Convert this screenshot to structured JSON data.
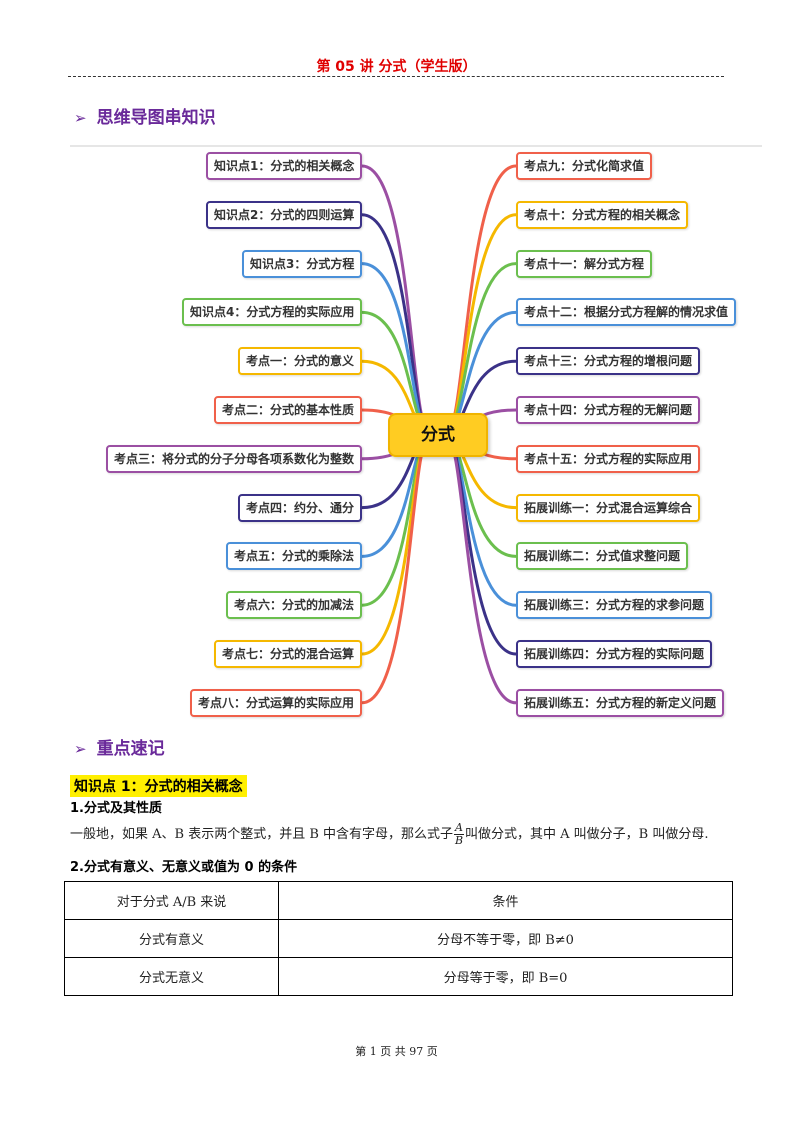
{
  "header": {
    "title": "第 05 讲  分式（学生版）"
  },
  "section1": {
    "arrow": "➢",
    "title": "思维导图串知识"
  },
  "mindmap": {
    "center": "分式",
    "left": [
      {
        "label": "知识点1：分式的相关概念",
        "color": "#9b4fa3"
      },
      {
        "label": "知识点2：分式的四则运算",
        "color": "#3b3288"
      },
      {
        "label": "知识点3：分式方程",
        "color": "#4a90d9"
      },
      {
        "label": "知识点4：分式方程的实际应用",
        "color": "#6bbf4e"
      },
      {
        "label": "考点一：分式的意义",
        "color": "#f5b800"
      },
      {
        "label": "考点二：分式的基本性质",
        "color": "#f0604a"
      },
      {
        "label": "考点三：将分式的分子分母各项系数化为整数",
        "color": "#9b4fa3"
      },
      {
        "label": "考点四：约分、通分",
        "color": "#3b3288"
      },
      {
        "label": "考点五：分式的乘除法",
        "color": "#4a90d9"
      },
      {
        "label": "考点六：分式的加减法",
        "color": "#6bbf4e"
      },
      {
        "label": "考点七：分式的混合运算",
        "color": "#f5b800"
      },
      {
        "label": "考点八：分式运算的实际应用",
        "color": "#f0604a"
      }
    ],
    "right": [
      {
        "label": "考点九：分式化简求值",
        "color": "#f0604a"
      },
      {
        "label": "考点十：分式方程的相关概念",
        "color": "#f5b800"
      },
      {
        "label": "考点十一：解分式方程",
        "color": "#6bbf4e"
      },
      {
        "label": "考点十二：根据分式方程解的情况求值",
        "color": "#4a90d9"
      },
      {
        "label": "考点十三：分式方程的增根问题",
        "color": "#3b3288"
      },
      {
        "label": "考点十四：分式方程的无解问题",
        "color": "#9b4fa3"
      },
      {
        "label": "考点十五：分式方程的实际应用",
        "color": "#f0604a"
      },
      {
        "label": "拓展训练一：分式混合运算综合",
        "color": "#f5b800"
      },
      {
        "label": "拓展训练二：分式值求整问题",
        "color": "#6bbf4e"
      },
      {
        "label": "拓展训练三：分式方程的求参问题",
        "color": "#4a90d9"
      },
      {
        "label": "拓展训练四：分式方程的实际问题",
        "color": "#3b3288"
      },
      {
        "label": "拓展训练五：分式方程的新定义问题",
        "color": "#9b4fa3"
      }
    ]
  },
  "section2": {
    "arrow": "➢",
    "title": "重点速记"
  },
  "knowledge": {
    "title": "知识点 1：分式的相关概念",
    "h1": "1.分式及其性质",
    "para_before": "一般地，如果 A、B 表示两个整式，并且 B 中含有字母，那么式子",
    "frac_num": "A",
    "frac_den": "B",
    "para_after": "叫做分式，其中 A 叫做分子，B 叫做分母.",
    "h2": "2.分式有意义、无意义或值为 0 的条件"
  },
  "table": {
    "header": [
      "对于分式 A/B 来说",
      "条件"
    ],
    "rows": [
      [
        "分式有意义",
        "分母不等于零，即 B≠0"
      ],
      [
        "分式无意义",
        "分母等于零，即 B=0"
      ]
    ]
  },
  "footer": {
    "text": "第 1 页 共 97 页"
  }
}
